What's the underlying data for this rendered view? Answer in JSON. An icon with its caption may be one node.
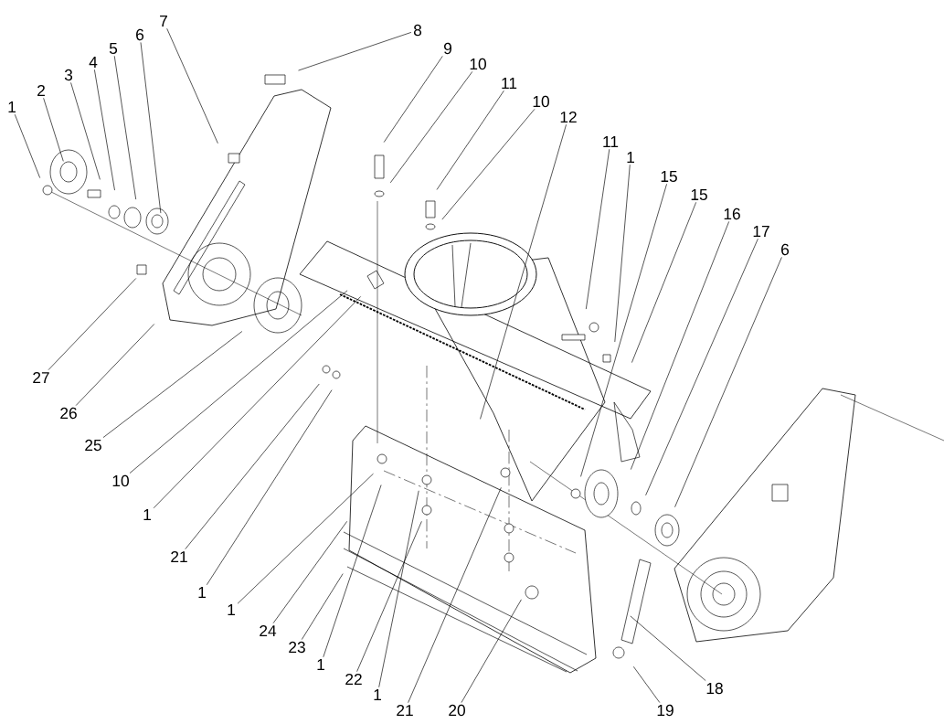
{
  "diagram": {
    "nodes": [
      {
        "text": [
          "1"
        ]
      },
      {
        "text": [
          "2"
        ]
      },
      {
        "text": [
          "3"
        ]
      },
      {
        "text": [
          "4"
        ]
      },
      {
        "text": [
          "5"
        ]
      },
      {
        "text": [
          "6"
        ]
      },
      {
        "text": [
          "7"
        ]
      },
      {
        "text": [
          "8"
        ]
      },
      {
        "text": [
          "9"
        ]
      },
      {
        "text": [
          "10"
        ]
      },
      {
        "text": [
          "11"
        ]
      },
      {
        "text": [
          "10"
        ]
      },
      {
        "text": [
          "12"
        ]
      },
      {
        "text": [
          "11"
        ]
      },
      {
        "text": [
          "1"
        ]
      },
      {
        "text": [
          "15"
        ]
      },
      {
        "text": [
          "15"
        ]
      },
      {
        "text": [
          "16"
        ]
      },
      {
        "text": [
          "17"
        ]
      },
      {
        "text": [
          "6"
        ]
      },
      {
        "text": [
          "27"
        ]
      },
      {
        "text": [
          "26"
        ]
      },
      {
        "text": [
          "25"
        ]
      },
      {
        "text": [
          "10"
        ]
      },
      {
        "text": [
          "1"
        ]
      },
      {
        "text": [
          "21"
        ]
      },
      {
        "text": [
          "1"
        ]
      },
      {
        "text": [
          "1"
        ]
      },
      {
        "text": [
          "24"
        ]
      },
      {
        "text": [
          "23"
        ]
      },
      {
        "text": [
          "1"
        ]
      },
      {
        "text": [
          "22"
        ]
      },
      {
        "text": [
          "1"
        ]
      },
      {
        "text": [
          "21"
        ]
      },
      {
        "text": [
          "20"
        ]
      },
      {
        "text": [
          "19"
        ]
      },
      {
        "text": [
          "18"
        ]
      }
    ],
    "edges": [
      {
        "from": 0,
        "to": null,
        "arrow": "none"
      },
      {
        "from": 1,
        "to": null,
        "arrow": "none"
      },
      {
        "from": 2,
        "to": null,
        "arrow": "none"
      },
      {
        "from": 3,
        "to": null,
        "arrow": "none"
      },
      {
        "from": 4,
        "to": null,
        "arrow": "none"
      },
      {
        "from": 5,
        "to": null,
        "arrow": "none"
      },
      {
        "from": 6,
        "to": null,
        "arrow": "none"
      },
      {
        "from": 7,
        "to": null,
        "arrow": "none"
      },
      {
        "from": 8,
        "to": null,
        "arrow": "none"
      },
      {
        "from": 9,
        "to": null,
        "arrow": "none"
      },
      {
        "from": 10,
        "to": null,
        "arrow": "none"
      },
      {
        "from": 11,
        "to": null,
        "arrow": "none"
      },
      {
        "from": 12,
        "to": null,
        "arrow": "none"
      },
      {
        "from": 13,
        "to": null,
        "arrow": "none"
      },
      {
        "from": 14,
        "to": null,
        "arrow": "none"
      },
      {
        "from": 15,
        "to": null,
        "arrow": "none"
      },
      {
        "from": 16,
        "to": null,
        "arrow": "none"
      },
      {
        "from": 17,
        "to": null,
        "arrow": "none"
      },
      {
        "from": 18,
        "to": null,
        "arrow": "none"
      },
      {
        "from": 19,
        "to": null,
        "arrow": "none"
      },
      {
        "from": 20,
        "to": null,
        "arrow": "none"
      },
      {
        "from": 21,
        "to": null,
        "arrow": "none"
      },
      {
        "from": 22,
        "to": null,
        "arrow": "none"
      },
      {
        "from": 23,
        "to": null,
        "arrow": "none"
      },
      {
        "from": 24,
        "to": null,
        "arrow": "none"
      },
      {
        "from": 25,
        "to": null,
        "arrow": "none"
      },
      {
        "from": 26,
        "to": null,
        "arrow": "none"
      },
      {
        "from": 27,
        "to": null,
        "arrow": "none"
      },
      {
        "from": 28,
        "to": null,
        "arrow": "none"
      },
      {
        "from": 29,
        "to": null,
        "arrow": "none"
      },
      {
        "from": 30,
        "to": null,
        "arrow": "none"
      },
      {
        "from": 31,
        "to": null,
        "arrow": "none"
      },
      {
        "from": 32,
        "to": null,
        "arrow": "none"
      },
      {
        "from": 33,
        "to": null,
        "arrow": "none"
      },
      {
        "from": 34,
        "to": null,
        "arrow": "none"
      },
      {
        "from": 35,
        "to": null,
        "arrow": "none"
      },
      {
        "from": 36,
        "to": null,
        "arrow": "none"
      }
    ]
  }
}
